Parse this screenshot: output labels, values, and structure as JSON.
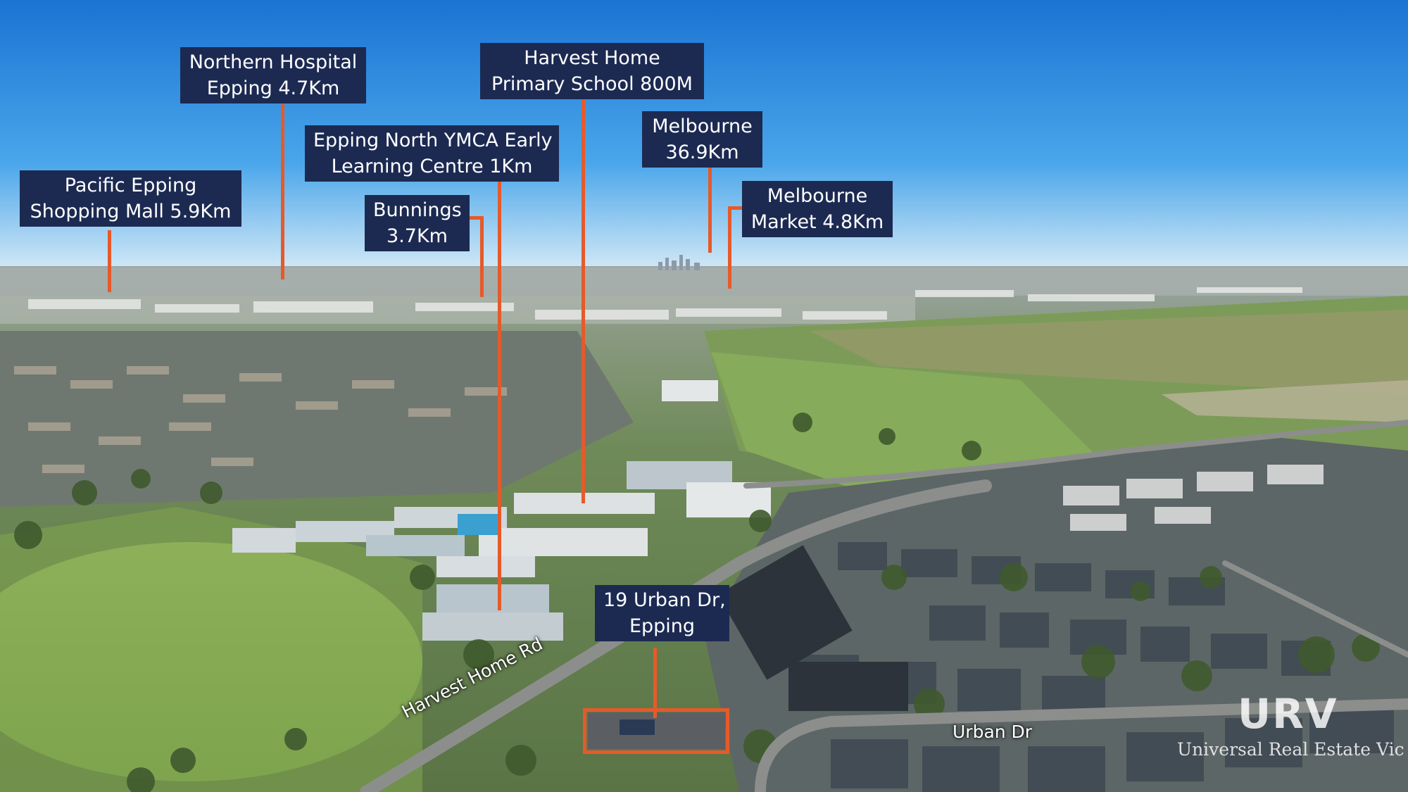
{
  "scene": {
    "sky_top": "#1f7ad6",
    "sky_horizon": "#cfe6f5",
    "field_green": "#8fb35c",
    "leader_color": "#e65a2a",
    "label_bg": "#1c2a52"
  },
  "labels": {
    "northern_hospital": [
      "Northern Hospital",
      "Epping 4.7Km"
    ],
    "harvest_home": [
      "Harvest Home",
      "Primary School 800M"
    ],
    "ymca": [
      "Epping North YMCA Early",
      "Learning Centre 1Km"
    ],
    "melbourne": [
      "Melbourne",
      "36.9Km"
    ],
    "pacific_epping": [
      "Pacific Epping",
      "Shopping Mall 5.9Km"
    ],
    "bunnings": [
      "Bunnings",
      "3.7Km"
    ],
    "melbourne_market": [
      "Melbourne",
      "Market 4.8Km"
    ],
    "property": [
      "19 Urban Dr,",
      "Epping"
    ]
  },
  "streets": {
    "harvest_home_rd": "Harvest Home Rd",
    "urban_dr": "Urban Dr"
  },
  "watermark": {
    "logo": "URV",
    "text": "Universal Real Estate Vic"
  }
}
